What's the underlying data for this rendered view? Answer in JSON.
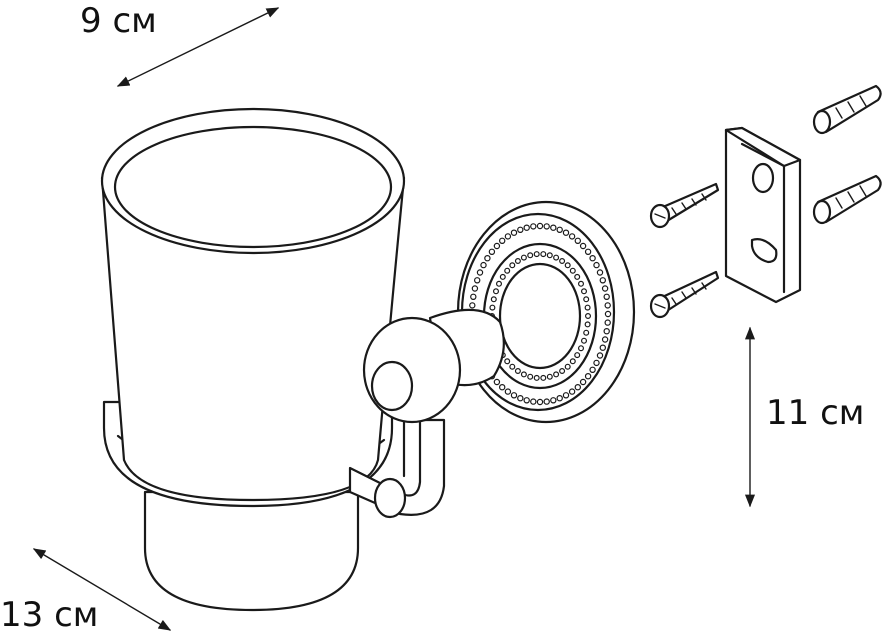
{
  "dimensions": {
    "width_label": "9 см",
    "height_label": "11 см",
    "depth_label": "13 см"
  },
  "colors": {
    "line": "#1a1a1a",
    "background": "#ffffff"
  },
  "icons": [
    "cup-icon",
    "wall-flange-icon",
    "screw-icon",
    "mounting-bracket-icon",
    "wall-plug-icon",
    "dimension-arrow-icon"
  ]
}
